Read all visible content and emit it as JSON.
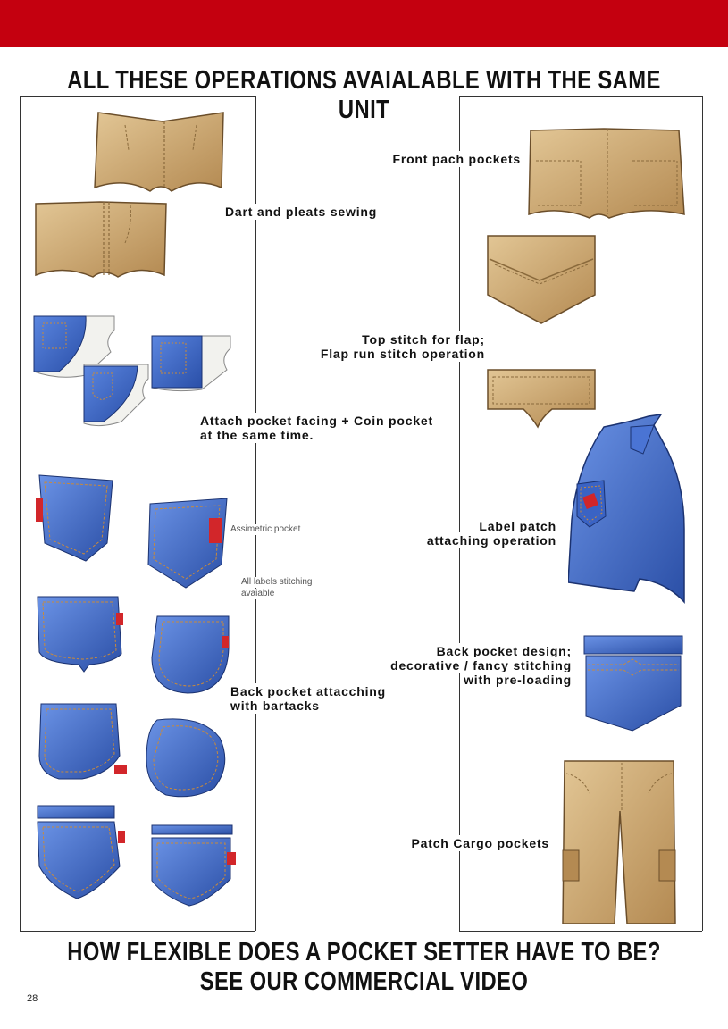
{
  "header": {
    "title": "ALL THESE OPERATIONS AVAIALABLE WITH THE SAME UNIT"
  },
  "left_column": {
    "dart_label": "Dart and pleats sewing",
    "facing_label_line1": "Attach pocket facing + Coin pocket",
    "facing_label_line2": "at the same time.",
    "assimetric_label": "Assimetric pocket",
    "labels_note_line1": "All labels stitching",
    "labels_note_line2": "avaiable",
    "back_pocket_label_line1": "Back pocket attacching",
    "back_pocket_label_line2": "with bartacks"
  },
  "right_column": {
    "front_patch_label": "Front pach pockets",
    "flap_label_line1": "Top stitch for flap;",
    "flap_label_line2": "Flap run stitch operation",
    "label_patch_line1": "Label patch",
    "label_patch_line2": "attaching operation",
    "back_design_line1": "Back pocket design;",
    "back_design_line2": "decorative / fancy stitching",
    "back_design_line3": "with pre-loading",
    "cargo_label": "Patch Cargo pockets"
  },
  "footer": {
    "line1": "HOW FLEXIBLE DOES A POCKET SETTER HAVE TO BE?",
    "line2": "SEE OUR COMMERCIAL VIDEO",
    "page_number": "28"
  },
  "colors": {
    "brand_red": "#c4000f",
    "denim_blue": "#3a63c4",
    "khaki": "#c9a774",
    "stitch_orange": "#c98a3a",
    "label_red": "#d2262a"
  }
}
